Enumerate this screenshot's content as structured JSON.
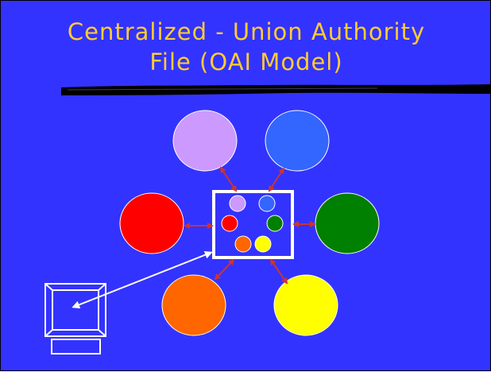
{
  "slide": {
    "title_line_1": "Centralized - Union Authority",
    "title_line_2": "File (OAI Model)",
    "background_color": "#3333ff",
    "title_color": "#ffcc33"
  },
  "diagram": {
    "hub": {
      "label": "",
      "border_color": "#ffffff"
    },
    "nodes": [
      {
        "name": "lavender-repository",
        "color": "#cc99ff"
      },
      {
        "name": "blue-repository",
        "color": "#3366ff"
      },
      {
        "name": "red-repository",
        "color": "#ff0000"
      },
      {
        "name": "green-repository",
        "color": "#008000"
      },
      {
        "name": "orange-repository",
        "color": "#ff6600"
      },
      {
        "name": "yellow-repository",
        "color": "#ffff00"
      }
    ],
    "connector_color": "#cc3333",
    "user_link_color": "#ffffff",
    "icons": [
      "computer-terminal-icon",
      "mouse-pointer-icon"
    ]
  }
}
